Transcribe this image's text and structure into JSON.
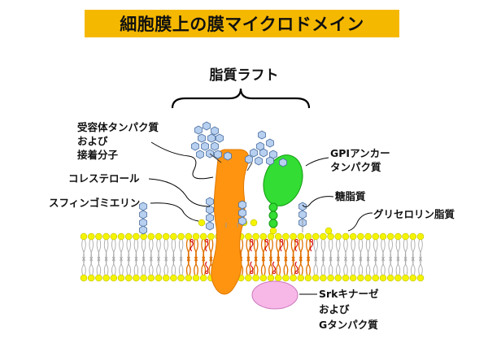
{
  "title": "細胞膜上の膜マイクロドメイン",
  "raft_label": "脂質ラフト",
  "labels": {
    "receptor": [
      "受容体タンパク質",
      "および",
      "接着分子"
    ],
    "cholesterol": "コレステロール",
    "sphingomyelin": "スフィンゴミエリン",
    "gpi": [
      "GPIアンカー",
      "タンパク質"
    ],
    "glycolipid": "糖脂質",
    "glycerolipid": "グリセロリン脂質",
    "src": [
      "Srkキナーゼ",
      "および",
      "Gタンパク質"
    ]
  },
  "colors": {
    "title_bg": "#f5b800",
    "transmembrane_protein": "#ff9410",
    "gpi_protein": "#33dd33",
    "src_kinase": "#f7b8e8",
    "lipid_head": "#f4f400",
    "sugar": "#b8d0f0",
    "cholesterol_mark": "#d80000"
  }
}
